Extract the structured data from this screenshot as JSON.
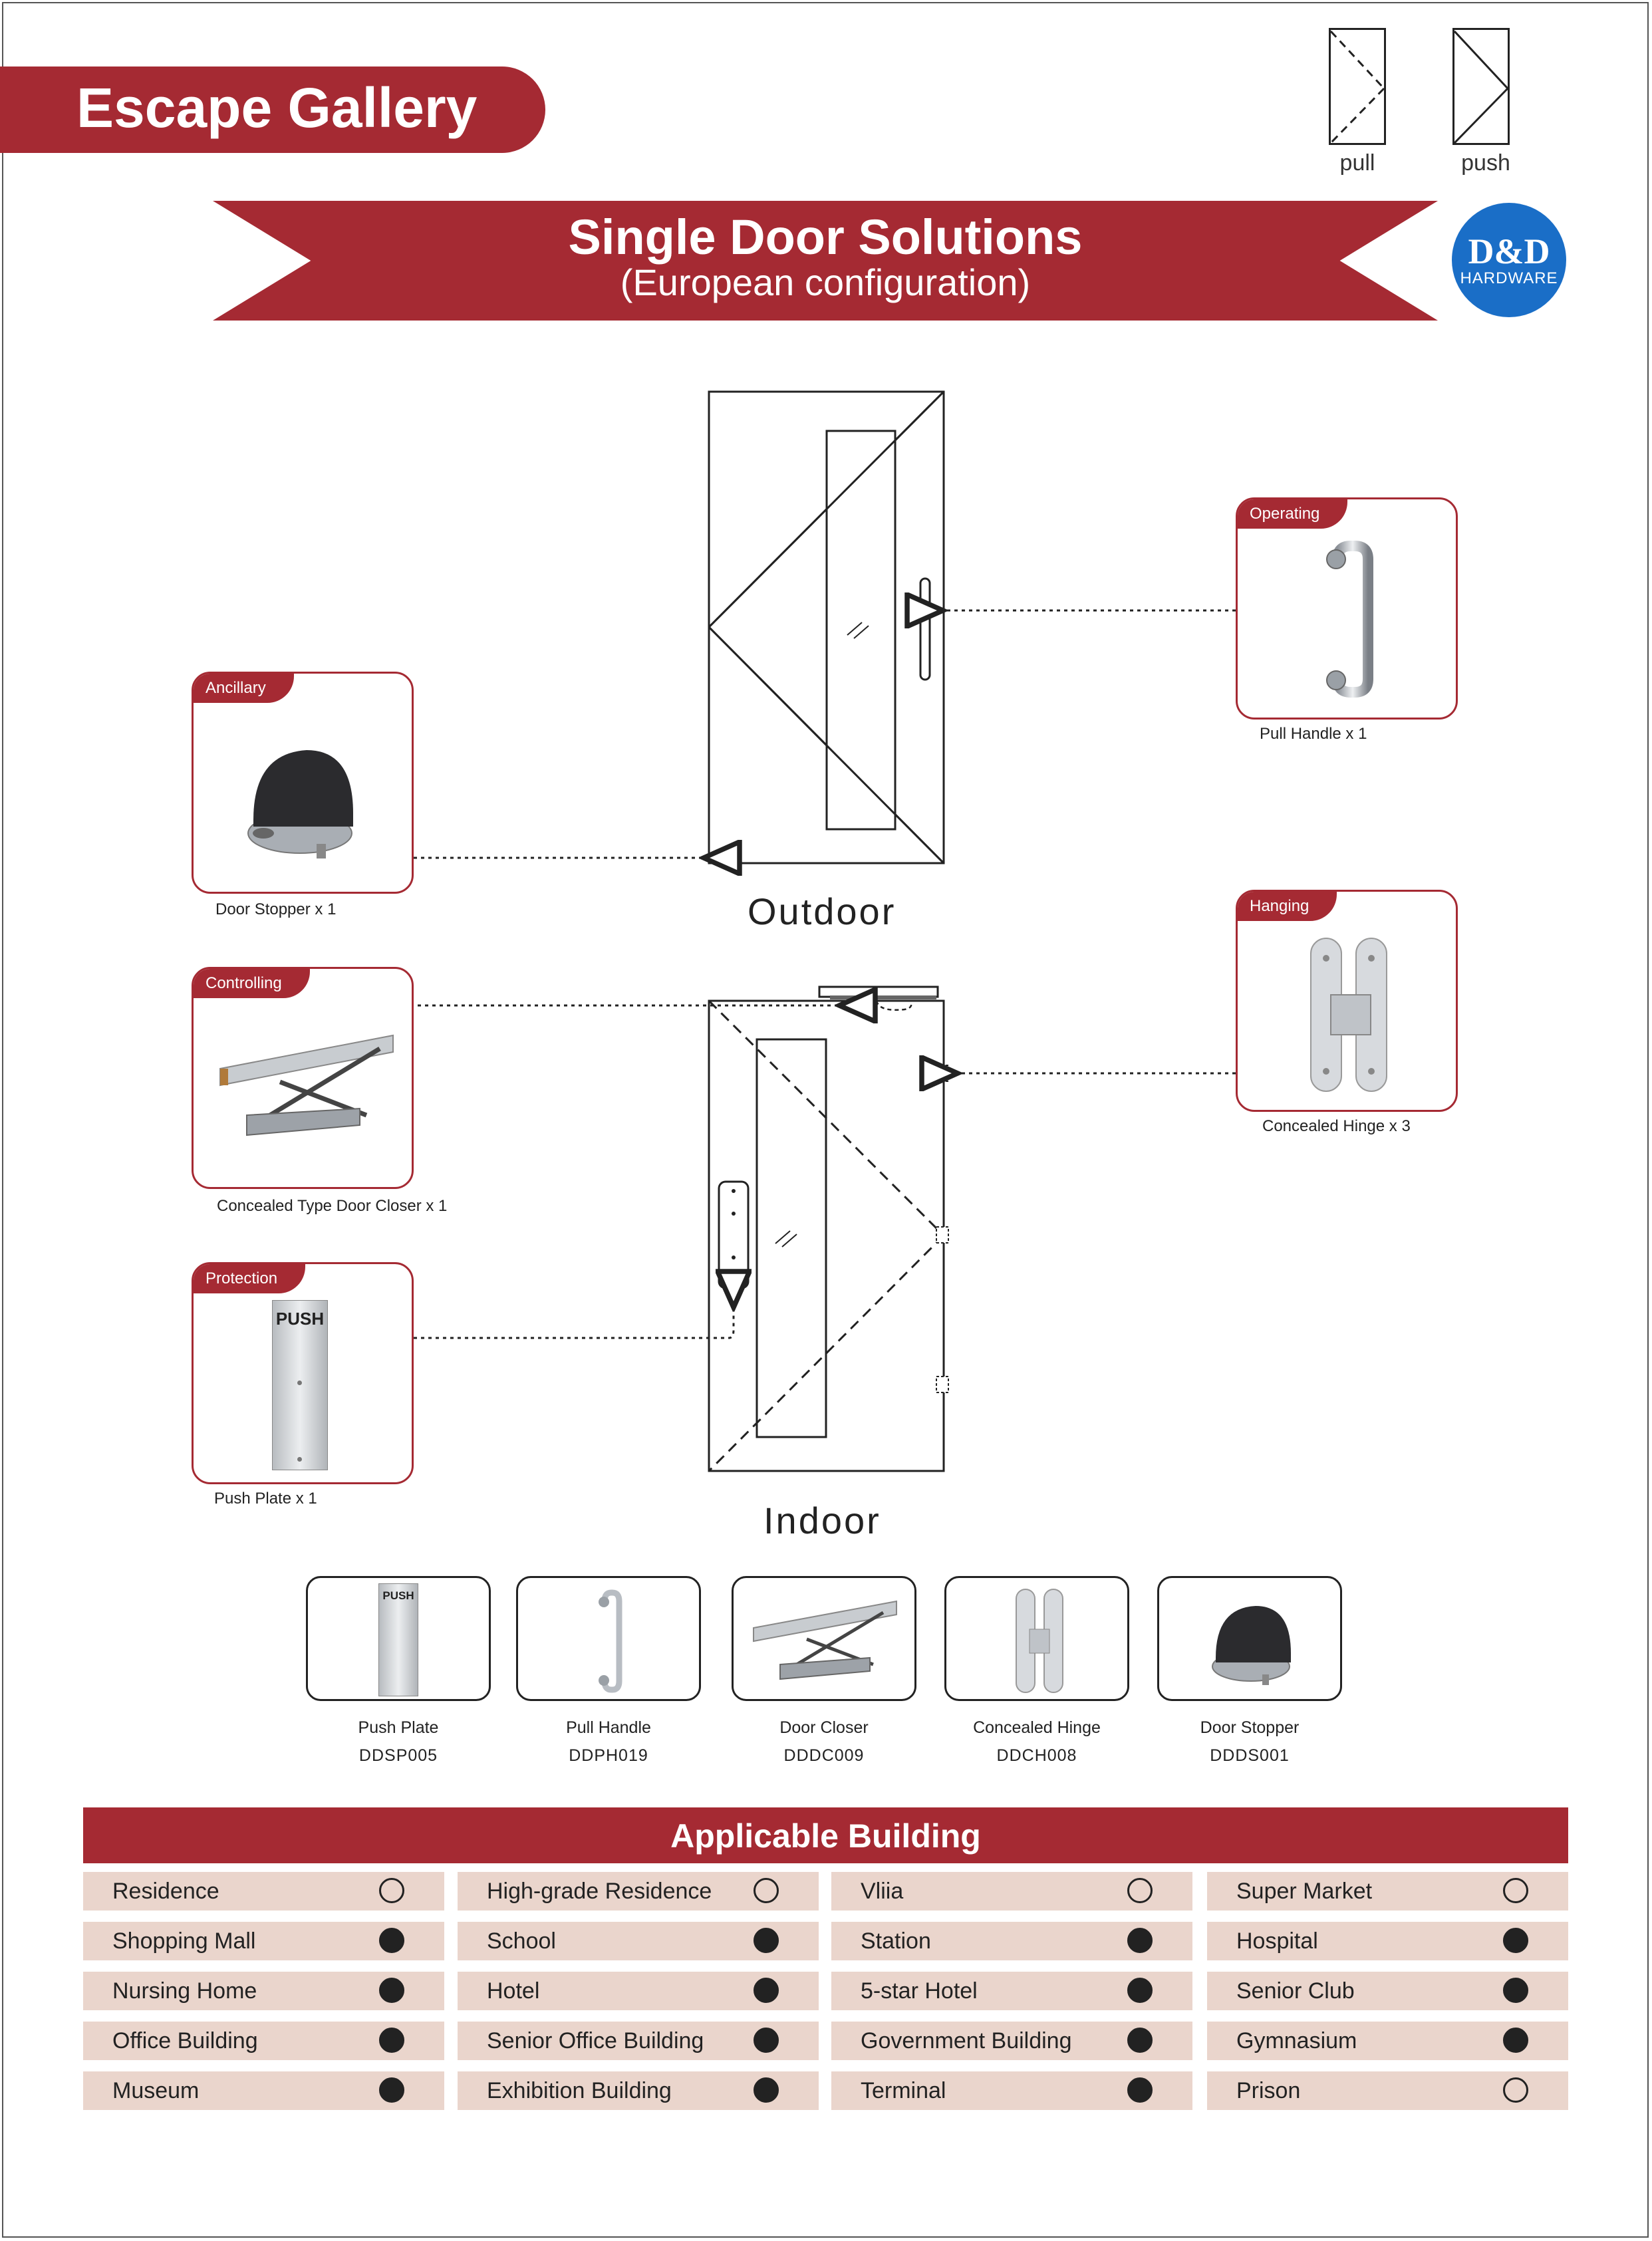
{
  "header": {
    "gallery_title": "Escape Gallery",
    "legend": {
      "pull_label": "pull",
      "push_label": "push"
    },
    "ribbon": {
      "title": "Single Door Solutions",
      "subtitle": "(European configuration)"
    },
    "logo": {
      "line1": "D&D",
      "line2": "HARDWARE",
      "color": "#1a6ec7"
    }
  },
  "colors": {
    "accent": "#a52a33",
    "cell_bg": "#ead5cc"
  },
  "doors": {
    "outdoor_label": "Outdoor",
    "indoor_label": "Indoor"
  },
  "cards": {
    "operating": {
      "tag": "Operating",
      "caption": "Pull Handle x 1",
      "icon": "pull-handle-icon"
    },
    "ancillary": {
      "tag": "Ancillary",
      "caption": "Door Stopper x 1",
      "icon": "door-stopper-icon"
    },
    "hanging": {
      "tag": "Hanging",
      "caption": "Concealed Hinge x 3",
      "icon": "concealed-hinge-icon"
    },
    "controlling": {
      "tag": "Controlling",
      "caption": "Concealed Type Door Closer x 1",
      "icon": "door-closer-icon"
    },
    "protection": {
      "tag": "Protection",
      "caption": "Push Plate x 1",
      "plate_text": "PUSH",
      "icon": "push-plate-icon"
    }
  },
  "products": [
    {
      "name": "Push Plate",
      "code": "DDSP005",
      "plate_text": "PUSH"
    },
    {
      "name": "Pull Handle",
      "code": "DDPH019"
    },
    {
      "name": "Door Closer",
      "code": "DDDC009"
    },
    {
      "name": "Concealed Hinge",
      "code": "DDCH008"
    },
    {
      "name": "Door Stopper",
      "code": "DDDS001"
    }
  ],
  "buildings": {
    "title": "Applicable Building",
    "rows": [
      [
        {
          "name": "Residence",
          "applicable": false
        },
        {
          "name": "High-grade Residence",
          "applicable": false
        },
        {
          "name": "Vliia",
          "applicable": false
        },
        {
          "name": "Super Market",
          "applicable": false
        }
      ],
      [
        {
          "name": "Shopping Mall",
          "applicable": true
        },
        {
          "name": "School",
          "applicable": true
        },
        {
          "name": "Station",
          "applicable": true
        },
        {
          "name": "Hospital",
          "applicable": true
        }
      ],
      [
        {
          "name": "Nursing Home",
          "applicable": true
        },
        {
          "name": "Hotel",
          "applicable": true
        },
        {
          "name": "5-star Hotel",
          "applicable": true
        },
        {
          "name": "Senior Club",
          "applicable": true
        }
      ],
      [
        {
          "name": "Office Building",
          "applicable": true
        },
        {
          "name": "Senior Office Building",
          "applicable": true
        },
        {
          "name": "Government Building",
          "applicable": true
        },
        {
          "name": "Gymnasium",
          "applicable": true
        }
      ],
      [
        {
          "name": "Museum",
          "applicable": true
        },
        {
          "name": "Exhibition Building",
          "applicable": true
        },
        {
          "name": "Terminal",
          "applicable": true
        },
        {
          "name": "Prison",
          "applicable": false
        }
      ]
    ]
  }
}
